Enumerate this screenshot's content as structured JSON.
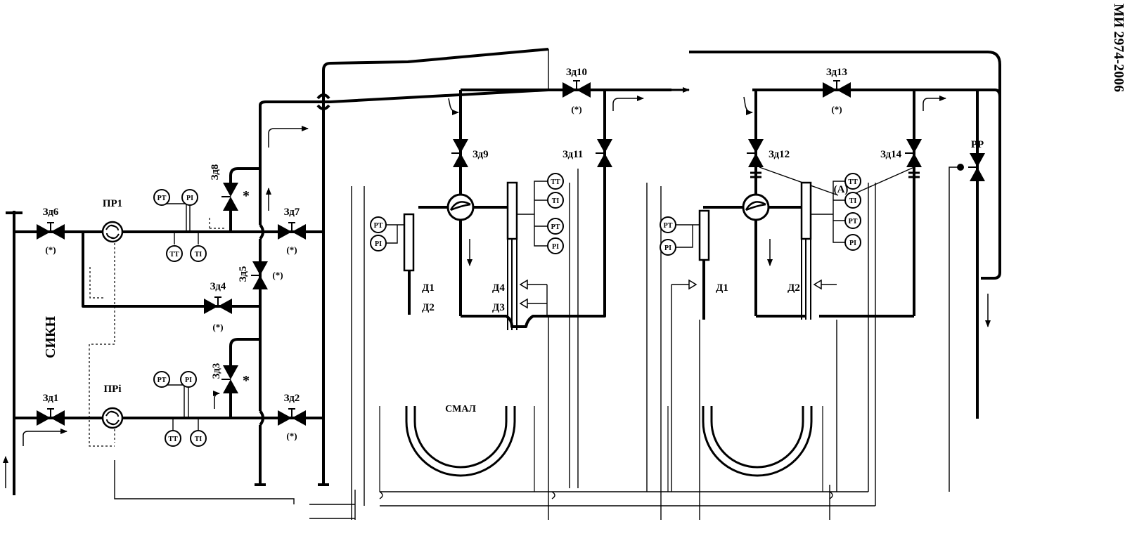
{
  "doc_code": "МИ 2974-2006",
  "sikn": "СИКН",
  "flow_meters": [
    "ПР1",
    "ПРi"
  ],
  "valves": {
    "zd1": "Зд1",
    "zd2": "Зд2",
    "zd3": "Зд3",
    "zd4": "Зд4",
    "zd5": "Зд5",
    "zd6": "Зд6",
    "zd7": "Зд7",
    "zd8": "Зд8",
    "zd9": "Зд9",
    "zd10": "Зд10",
    "zd11": "Зд11",
    "zd12": "Зд12",
    "zd13": "Зд13",
    "zd14": "Зд14",
    "rr": "РР"
  },
  "seal_mark": "(*)",
  "star": "*",
  "callout": "(A)",
  "sensors": {
    "d1": "Д1",
    "d2": "Д2",
    "d3": "Д3",
    "d4": "Д4"
  },
  "instruments": {
    "pt": "PT",
    "pi": "PI",
    "tt": "TT",
    "ti": "TI"
  },
  "tank_label": "СМАЛ"
}
